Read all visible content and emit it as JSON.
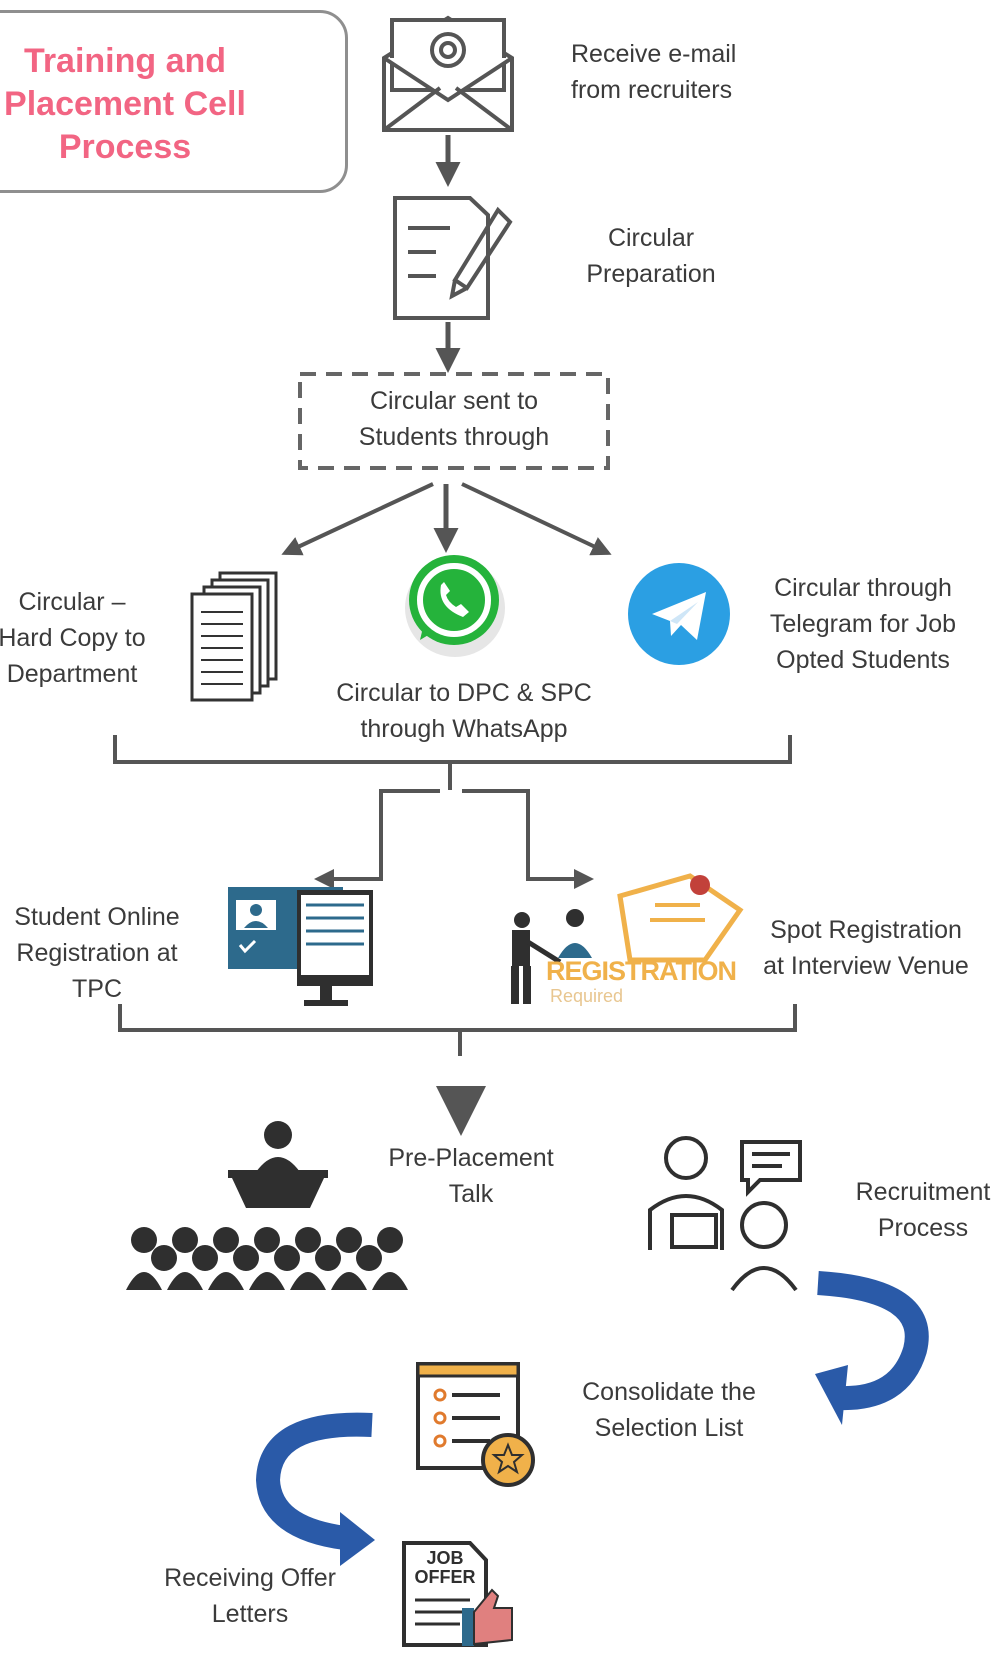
{
  "title": {
    "lines": [
      "Training and",
      "Placement Cell",
      "Process"
    ],
    "color": "#f26583"
  },
  "steps": {
    "receive_email": {
      "lines": [
        "Receive e-mail",
        "from recruiters"
      ],
      "icon": "envelope-at-icon"
    },
    "circular_preparation": {
      "lines": [
        "Circular",
        "Preparation"
      ],
      "icon": "document-pencil-icon"
    },
    "circular_sent": {
      "lines": [
        "Circular sent to",
        "Students through"
      ]
    },
    "hard_copy": {
      "lines": [
        "Circular –",
        "Hard Copy to",
        "Department"
      ],
      "icon": "paper-stack-icon"
    },
    "whatsapp": {
      "lines": [
        "Circular to DPC & SPC",
        "through WhatsApp"
      ],
      "icon": "whatsapp-icon",
      "color": "#25b33b"
    },
    "telegram": {
      "lines": [
        "Circular through",
        "Telegram for Job",
        "Opted Students"
      ],
      "icon": "telegram-icon",
      "color": "#2b9fe3"
    },
    "online_registration": {
      "lines": [
        "Student Online",
        "Registration at",
        "TPC"
      ],
      "icon": "computer-monitor-icon"
    },
    "spot_registration": {
      "lines": [
        "Spot Registration",
        "at Interview Venue"
      ],
      "icon": "registration-desk-icon",
      "sign_text": "REGISTRATION",
      "sign_subtext": "Required"
    },
    "pre_placement": {
      "lines": [
        "Pre-Placement",
        "Talk"
      ],
      "icon": "audience-speaker-icon"
    },
    "recruitment": {
      "lines": [
        "Recruitment",
        "Process"
      ],
      "icon": "interview-icon"
    },
    "consolidate": {
      "lines": [
        "Consolidate the",
        "Selection List"
      ],
      "icon": "checklist-clipboard-icon"
    },
    "offer_letters": {
      "lines": [
        "Receiving Offer",
        "Letters"
      ],
      "icon": "job-offer-icon",
      "badge_lines": [
        "JOB",
        "OFFER"
      ]
    }
  },
  "colors": {
    "arrow_gray": "#555555",
    "curved_arrow_blue": "#2a5aa8",
    "icon_dark": "#2f2f2f"
  }
}
